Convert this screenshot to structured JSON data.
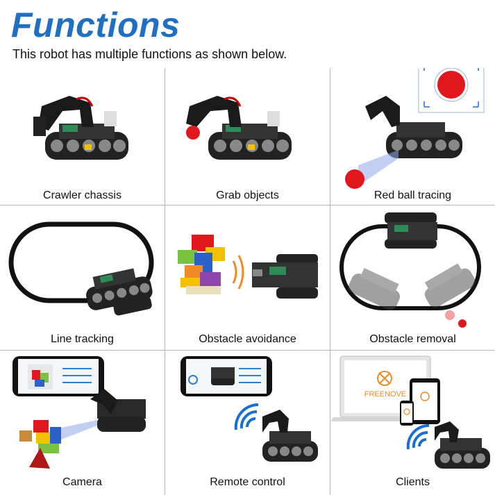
{
  "header": {
    "title": "Functions",
    "subtitle": "This robot has multiple functions as shown below."
  },
  "cells": [
    {
      "label": "Crawler chassis",
      "icon": "robot-crawler-icon"
    },
    {
      "label": "Grab objects",
      "icon": "robot-grab-icon"
    },
    {
      "label": "Red ball tracing",
      "icon": "robot-ball-tracing-icon"
    },
    {
      "label": "Line tracking",
      "icon": "line-track-icon"
    },
    {
      "label": "Obstacle avoidance",
      "icon": "obstacle-avoid-icon"
    },
    {
      "label": "Obstacle removal",
      "icon": "obstacle-removal-icon"
    },
    {
      "label": "Camera",
      "icon": "camera-phone-icon"
    },
    {
      "label": "Remote control",
      "icon": "remote-phone-icon"
    },
    {
      "label": "Clients",
      "icon": "clients-devices-icon"
    }
  ],
  "logo_text": "FREENOVE",
  "colors": {
    "title": "#1f6fc2",
    "accent_red": "#e0181e",
    "wifi_blue": "#1a6fd4"
  }
}
